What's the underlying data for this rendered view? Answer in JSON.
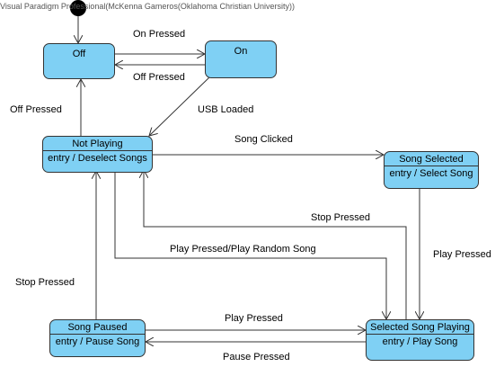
{
  "watermark": "Visual Paradigm Professional(McKenna Gameros(Oklahoma Christian University))",
  "states": {
    "off": {
      "name": "Off"
    },
    "on": {
      "name": "On"
    },
    "not_playing": {
      "name": "Not Playing",
      "action": "entry / Deselect Songs"
    },
    "song_selected": {
      "name": "Song Selected",
      "action": "entry / Select Song"
    },
    "song_paused": {
      "name": "Song Paused",
      "action": "entry / Pause Song"
    },
    "selected_song_playing": {
      "name": "Selected Song Playing",
      "action": "entry / Play Song"
    }
  },
  "transitions": {
    "on_pressed": "On Pressed",
    "off_pressed_on_off": "Off Pressed",
    "off_pressed_np_off": "Off Pressed",
    "usb_loaded": "USB Loaded",
    "song_clicked": "Song Clicked",
    "stop_pressed_ssp_np": "Stop Pressed",
    "play_pressed_random": "Play Pressed/Play Random Song",
    "play_pressed_ss_ssp": "Play Pressed",
    "stop_pressed_sp_np": "Stop Pressed",
    "play_pressed_sp_ssp": "Play Pressed",
    "pause_pressed": "Pause Pressed"
  },
  "colors": {
    "state_fill": "#7fd0f4",
    "line": "#333333"
  }
}
